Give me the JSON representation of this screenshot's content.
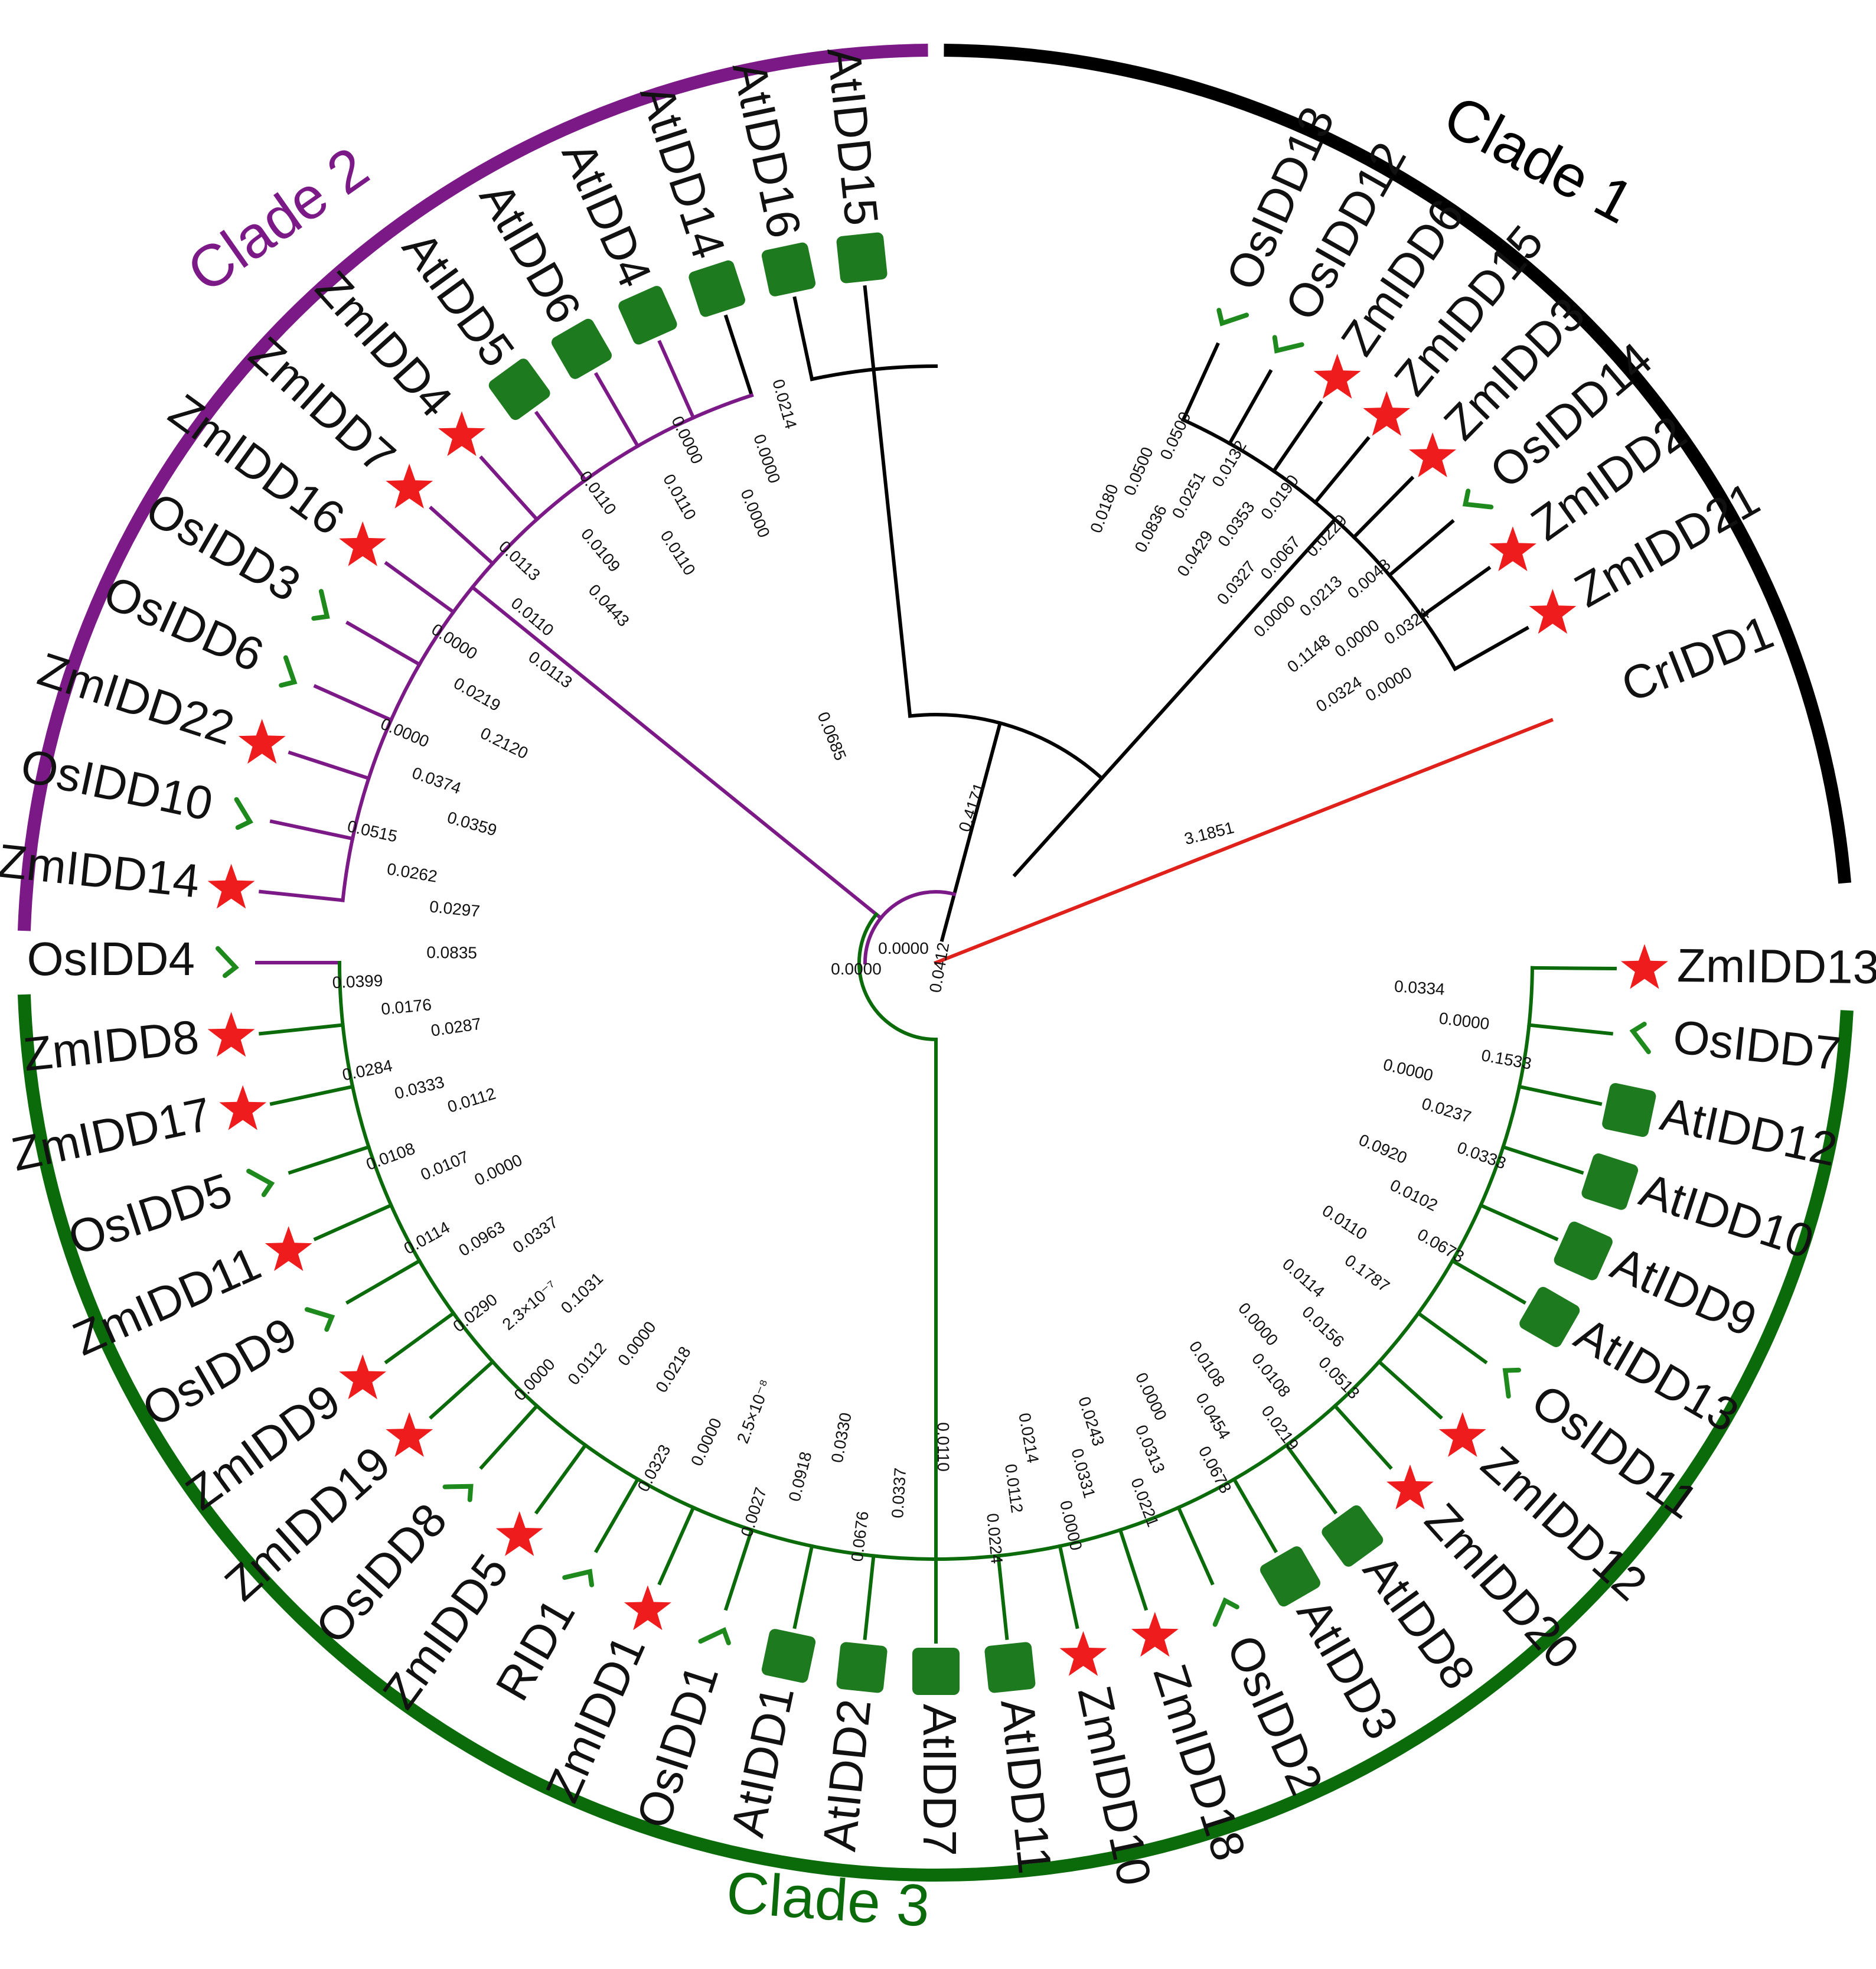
{
  "colors": {
    "clade1": "#000000",
    "clade2": "#7b1a87",
    "clade3": "#0b6b0b",
    "outgroup": "#e0201b",
    "maize_star": "#ee1c1c",
    "rice_check": "#1e8a1e",
    "arabidopsis_square": "#1e7a1e"
  },
  "clades": [
    {
      "id": "clade1",
      "label": "Clade 1"
    },
    {
      "id": "clade2",
      "label": "Clade 2"
    },
    {
      "id": "clade3",
      "label": "Clade 3"
    }
  ],
  "marker_icons": {
    "Zm": "red-star-icon",
    "Os": "green-check-icon",
    "At": "green-square-icon"
  },
  "leaves": [
    {
      "label": "OsIDD13",
      "clade": "clade1",
      "marker": "check"
    },
    {
      "label": "OsIDD12",
      "clade": "clade1",
      "marker": "check"
    },
    {
      "label": "ZmIDD6",
      "clade": "clade1",
      "marker": "star"
    },
    {
      "label": "ZmIDD15",
      "clade": "clade1",
      "marker": "star"
    },
    {
      "label": "ZmIDD3",
      "clade": "clade1",
      "marker": "star"
    },
    {
      "label": "OsIDD14",
      "clade": "clade1",
      "marker": "check"
    },
    {
      "label": "ZmIDD2",
      "clade": "clade1",
      "marker": "star"
    },
    {
      "label": "ZmIDD21",
      "clade": "clade1",
      "marker": "star"
    },
    {
      "label": "CrIDD1",
      "clade": "outgroup",
      "marker": "none"
    },
    {
      "label": "ZmIDD13",
      "clade": "clade3",
      "marker": "star"
    },
    {
      "label": "OsIDD7",
      "clade": "clade3",
      "marker": "check"
    },
    {
      "label": "AtIDD12",
      "clade": "clade3",
      "marker": "square"
    },
    {
      "label": "AtIDD10",
      "clade": "clade3",
      "marker": "square"
    },
    {
      "label": "AtIDD9",
      "clade": "clade3",
      "marker": "square"
    },
    {
      "label": "AtIDD13",
      "clade": "clade3",
      "marker": "square"
    },
    {
      "label": "OsIDD11",
      "clade": "clade3",
      "marker": "check"
    },
    {
      "label": "ZmIDD12",
      "clade": "clade3",
      "marker": "star"
    },
    {
      "label": "ZmIDD20",
      "clade": "clade3",
      "marker": "star"
    },
    {
      "label": "AtIDD8",
      "clade": "clade3",
      "marker": "square"
    },
    {
      "label": "AtIDD3",
      "clade": "clade3",
      "marker": "square"
    },
    {
      "label": "OsIDD2",
      "clade": "clade3",
      "marker": "check"
    },
    {
      "label": "ZmIDD18",
      "clade": "clade3",
      "marker": "star"
    },
    {
      "label": "ZmIDD10",
      "clade": "clade3",
      "marker": "star"
    },
    {
      "label": "AtIDD11",
      "clade": "clade3",
      "marker": "square"
    },
    {
      "label": "AtIDD7",
      "clade": "clade3",
      "marker": "square"
    },
    {
      "label": "AtIDD2",
      "clade": "clade3",
      "marker": "square"
    },
    {
      "label": "AtIDD1",
      "clade": "clade3",
      "marker": "square"
    },
    {
      "label": "OsIDD1",
      "clade": "clade3",
      "marker": "check"
    },
    {
      "label": "ZmIDD1",
      "clade": "clade3",
      "marker": "star"
    },
    {
      "label": "RID1",
      "clade": "clade3",
      "marker": "check"
    },
    {
      "label": "ZmIDD5",
      "clade": "clade3",
      "marker": "star"
    },
    {
      "label": "OsIDD8",
      "clade": "clade3",
      "marker": "check"
    },
    {
      "label": "ZmIDD19",
      "clade": "clade3",
      "marker": "star"
    },
    {
      "label": "ZmIDD9",
      "clade": "clade3",
      "marker": "star"
    },
    {
      "label": "OsIDD9",
      "clade": "clade3",
      "marker": "check"
    },
    {
      "label": "ZmIDD11",
      "clade": "clade3",
      "marker": "star"
    },
    {
      "label": "OsIDD5",
      "clade": "clade3",
      "marker": "check"
    },
    {
      "label": "ZmIDD17",
      "clade": "clade3",
      "marker": "star"
    },
    {
      "label": "ZmIDD8",
      "clade": "clade3",
      "marker": "star"
    },
    {
      "label": "OsIDD4",
      "clade": "clade2",
      "marker": "check"
    },
    {
      "label": "ZmIDD14",
      "clade": "clade2",
      "marker": "star"
    },
    {
      "label": "OsIDD10",
      "clade": "clade2",
      "marker": "check"
    },
    {
      "label": "ZmIDD22",
      "clade": "clade2",
      "marker": "star"
    },
    {
      "label": "OsIDD6",
      "clade": "clade2",
      "marker": "check"
    },
    {
      "label": "OsIDD3",
      "clade": "clade2",
      "marker": "check"
    },
    {
      "label": "ZmIDD16",
      "clade": "clade2",
      "marker": "star"
    },
    {
      "label": "ZmIDD7",
      "clade": "clade2",
      "marker": "star"
    },
    {
      "label": "ZmIDD4",
      "clade": "clade2",
      "marker": "star"
    },
    {
      "label": "AtIDD5",
      "clade": "clade2",
      "marker": "square"
    },
    {
      "label": "AtIDD6",
      "clade": "clade2",
      "marker": "square"
    },
    {
      "label": "AtIDD4",
      "clade": "clade2",
      "marker": "square"
    },
    {
      "label": "AtIDD14",
      "clade": "clade1",
      "marker": "square"
    },
    {
      "label": "AtIDD16",
      "clade": "clade1",
      "marker": "square"
    },
    {
      "label": "AtIDD15",
      "clade": "clade1",
      "marker": "square"
    }
  ],
  "branch_lengths": {
    "root_to_crIDD1": "3.1851",
    "root_to_clade1": "0.4171",
    "root_to_clade2": "0.0685",
    "root_to_clade3": "0.0412",
    "root_internal_a": "0.0000",
    "root_internal_b": "0.0000",
    "clade1": [
      "0.0180",
      "0.0500",
      "0.0500",
      "0.0836",
      "0.0251",
      "0.0132",
      "0.0429",
      "0.0353",
      "0.0190",
      "0.0327",
      "0.0067",
      "0.0229",
      "0.0000",
      "0.0213",
      "0.0048",
      "0.1148",
      "0.0000",
      "0.0324",
      "0.0324",
      "0.0000"
    ],
    "clade2": [
      "0.0297",
      "0.0262",
      "0.0515",
      "0.0359",
      "0.0374",
      "0.0000",
      "0.2120",
      "0.0219",
      "0.0000",
      "0.0113",
      "0.0110",
      "0.0113",
      "0.0443",
      "0.0109",
      "0.0110",
      "0.0110",
      "0.0110",
      "0.0000",
      "0.0000",
      "0.0000",
      "0.0214"
    ],
    "clade3_top": [
      "0.0334",
      "0.0000",
      "0.1533",
      "0.0000",
      "0.0237",
      "0.0333",
      "0.0920",
      "0.0102",
      "0.0673",
      "0.0110",
      "0.1787"
    ],
    "clade3_right": [
      "0.0114",
      "0.0156",
      "0.0513",
      "0.0000",
      "0.0108",
      "0.0219",
      "0.0108",
      "0.0454",
      "0.0678",
      "0.0000",
      "0.0313",
      "0.0221",
      "0.0243",
      "0.0331",
      "0.0000",
      "0.0214",
      "0.0112",
      "0.0224"
    ],
    "clade3_bottom": [
      "0.0110",
      "0.0337",
      "0.0676",
      "0.0330",
      "0.0918",
      "0.0027",
      "2.5×10⁻⁸",
      "0.0000",
      "0.0323",
      "0.0218"
    ],
    "clade3_left": [
      "0.0000",
      "0.0112",
      "0.0000",
      "0.1031",
      "2.3×10⁻⁷",
      "0.0290",
      "0.0337",
      "0.0963",
      "0.0114",
      "0.0000",
      "0.0107",
      "0.0108",
      "0.0112",
      "0.0333",
      "0.0284",
      "0.0287",
      "0.0176",
      "0.0399",
      "0.0835"
    ]
  }
}
